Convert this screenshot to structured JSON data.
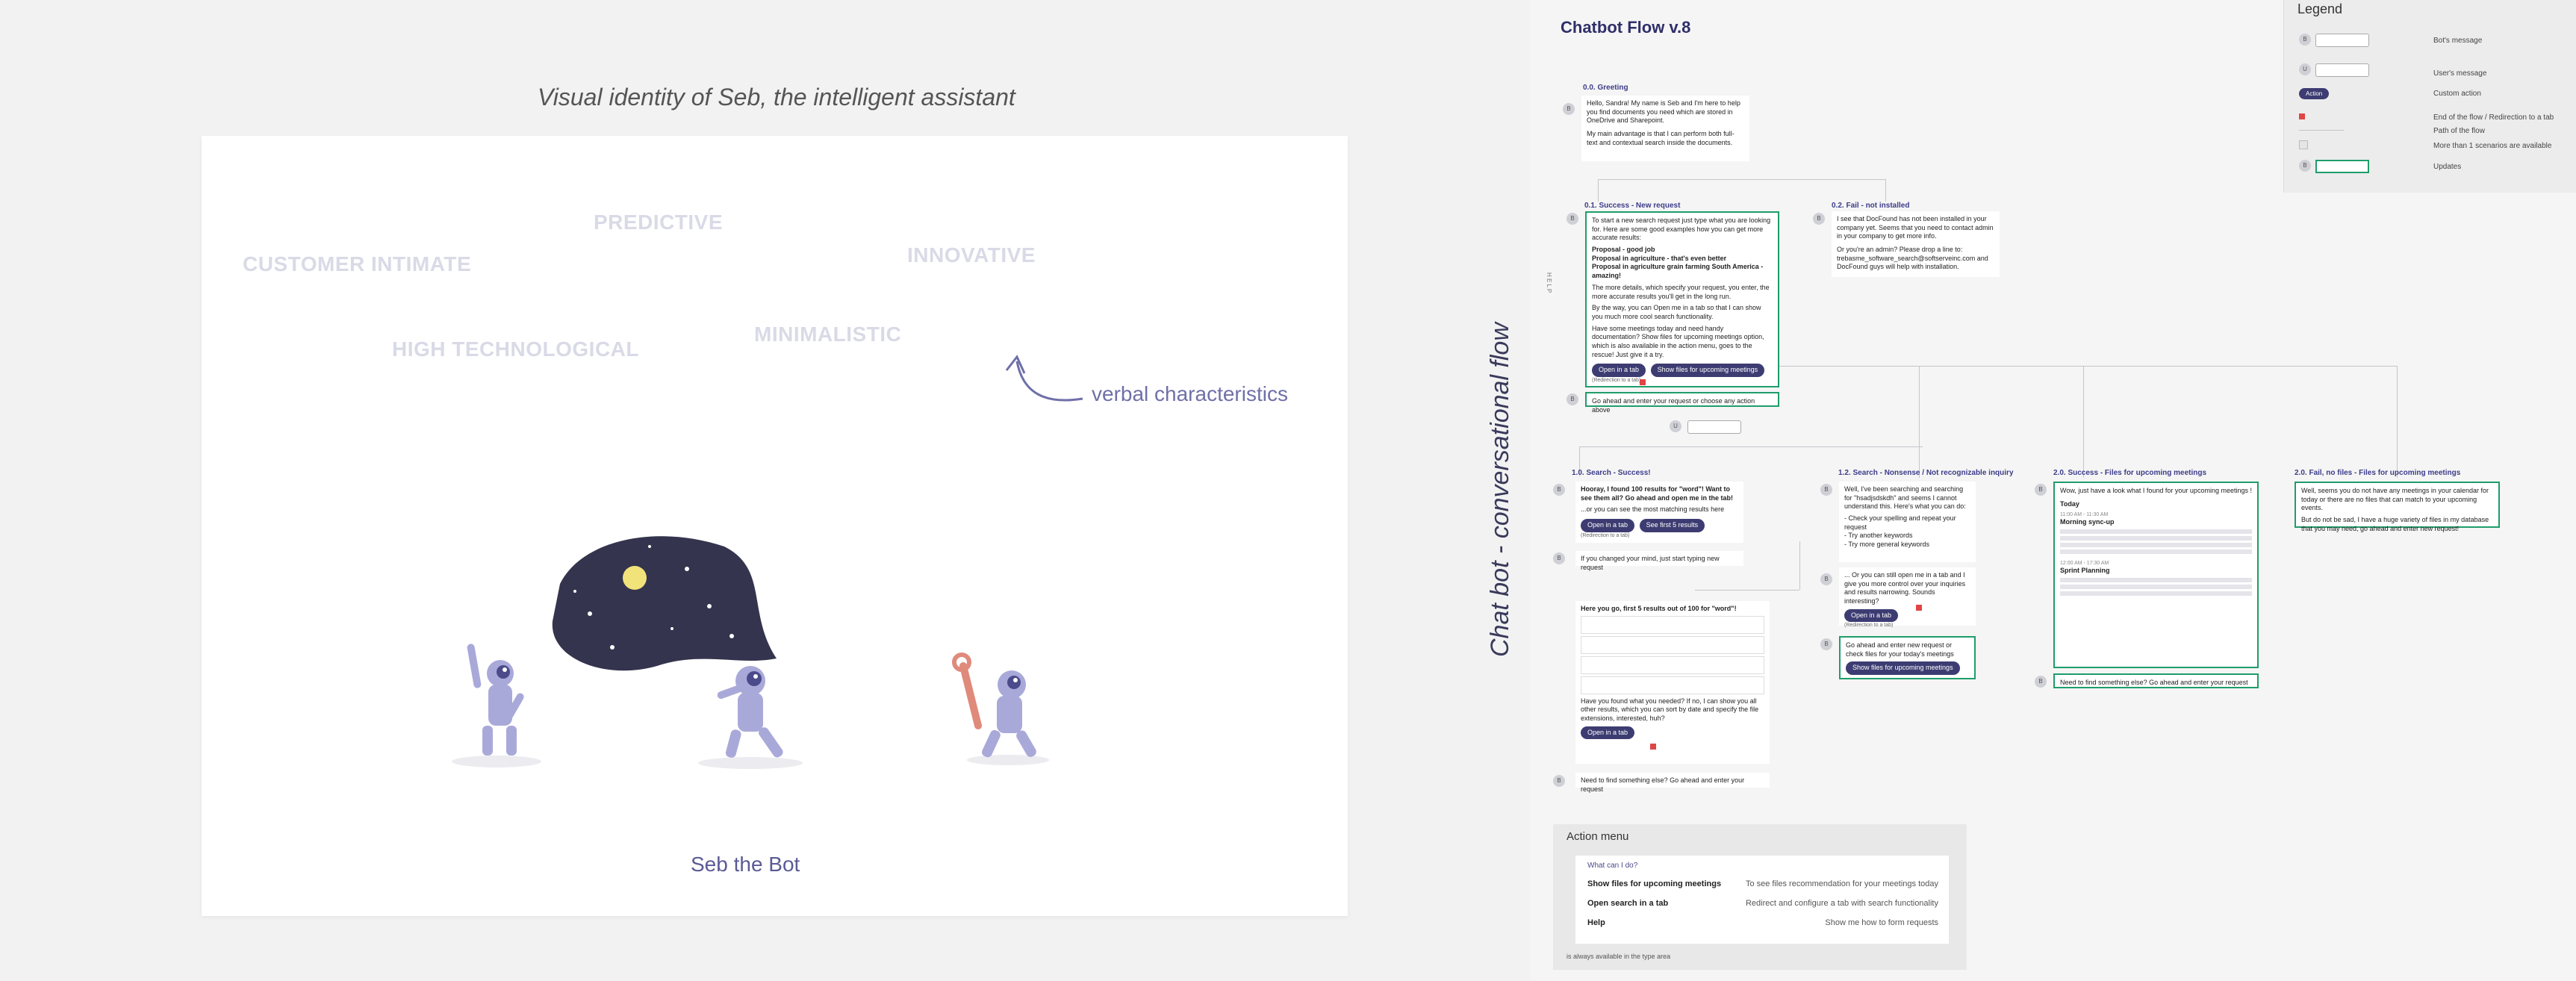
{
  "identity": {
    "title": "Visual identity of Seb, the intelligent assistant",
    "words": [
      "PREDICTIVE",
      "CUSTOMER INTIMATE",
      "INNOVATIVE",
      "HIGH TECHNOLOGICAL",
      "MINIMALISTIC"
    ],
    "verbal_label": "verbal characteristics",
    "bot_name": "Seb the Bot"
  },
  "flow": {
    "vertical_title": "Chat bot - conversational flow",
    "title": "Chatbot Flow v.8",
    "help_label": "H E L P",
    "greeting": {
      "label": "0.0. Greeting",
      "text": "Hello, Sandra! My name is Seb and I'm here to help you find documents you need which are stored in OneDrive and Sharepoint.",
      "text2": "My main advantage is that I can perform both full-text and contextual search inside the documents."
    },
    "success_new": {
      "label": "0.1. Success - New request",
      "text": "To start a new search request just type what you are looking for. Here are some good examples how you can get more accurate results:",
      "proposals": [
        "Proposal - good job",
        "Proposal in agriculture - that's even better",
        "Proposal in agriculture grain farming South America - amazing!"
      ],
      "text2": "The more details, which specify your request, you enter, the more accurate results you'll get in the long run.",
      "text3": "By the way, you can Open me in a tab so that I can show you much more cool search functionality.",
      "text4": "Have some meetings today and need handy documentation? Show files for upcoming meetings option, which is also available in the action menu, goes to the rescue! Just give it a try.",
      "buttons": [
        "Open in a tab",
        "Show files for upcoming meetings"
      ],
      "redirect": "(Redirection to a tab)",
      "prompt": "Go ahead and enter your request or choose any action above"
    },
    "fail_not_installed": {
      "label": "0.2. Fail - not installed",
      "text": "I see that DocFound has not been installed in your company yet. Seems that you need to contact admin in your company to get more info.",
      "text2": "Or you're an admin? Please drop a line to: trebasme_software_search@softserveinc.com and DocFound guys will help with installation."
    },
    "search_success": {
      "label": "1.0. Search - Success!",
      "text": "Hooray, I found 100 results for \"word\"! Want to see them all? Go ahead and open me in the tab!",
      "text2": "...or you can see the most matching results here",
      "buttons": [
        "Open in a tab",
        "See first 5 results"
      ],
      "redirect": "(Redirection to a tab)",
      "changed_mind": "If you changed your mind, just start typing new request",
      "results_title": "Here you go, first 5 results out of 100 for \"word\"!",
      "results_footer": "Have you found what you needed? If no, I can show you all other results, which you can sort by date and specify the file extensions, interested, huh?",
      "open_tab": "Open in a tab",
      "need_more": "Need to find something else? Go ahead and enter your request"
    },
    "search_nonsense": {
      "label": "1.2. Search - Nonsense / Not recognizable inquiry",
      "text": "Well, I've been searching and searching for \"hsadjsdskdh\" and seems I cannot understand this. Here's what you can do:",
      "tips": [
        "- Check your spelling and repeat your request",
        "- Try another keywords",
        "- Try more general keywords"
      ],
      "text2": "... Or you can still open me in a tab and I give you more control over your inquiries and results narrowing. Sounds interesting?",
      "button": "Open in a tab",
      "redirect": "(Redirection to a tab)",
      "prompt": "Go ahead and enter new request or check files for your today's meetings",
      "prompt_button": "Show files for upcoming meetings"
    },
    "success_meetings": {
      "label": "2.0. Success - Files for upcoming meetings",
      "text": "Wow, just have a look what I found for your upcoming meetings !",
      "today": "Today",
      "meeting1_time": "11:00 AM - 11:30 AM",
      "meeting1": "Morning sync-up",
      "meeting2_time": "12:00 AM - 17:30 AM",
      "meeting2": "Sprint Planning",
      "prompt": "Need to find something else? Go ahead and enter your request"
    },
    "fail_meetings": {
      "label": "2.0. Fail, no files - Files for upcoming meetings",
      "text": "Well, seems you do not have any meetings in your calendar for today or there are no files that can match to your upcoming events.",
      "text2": "But do not be sad, I have a huge variety of files in my database that you may need, go ahead and enter new request!"
    }
  },
  "legend": {
    "title": "Legend",
    "items": [
      "Bot's message",
      "User's message",
      "Custom action",
      "End of the flow / Redirection to a tab",
      "Path of the flow",
      "More than 1 scenarios are available",
      "Updates"
    ],
    "action_pill": "Action"
  },
  "action_menu": {
    "title": "Action menu",
    "question": "What can I do?",
    "rows": [
      {
        "label": "Show files for upcoming meetings",
        "desc": "To see files recommendation for your meetings today"
      },
      {
        "label": "Open search in a tab",
        "desc": "Redirect and configure a tab with search functionality"
      },
      {
        "label": "Help",
        "desc": "Show me how to form requests"
      }
    ],
    "note": "is always available in the type area"
  },
  "colors": {
    "accent": "#3d3c72",
    "green": "#1f9d6b",
    "astronaut": "#a9a9d9",
    "space": "#34344e"
  }
}
